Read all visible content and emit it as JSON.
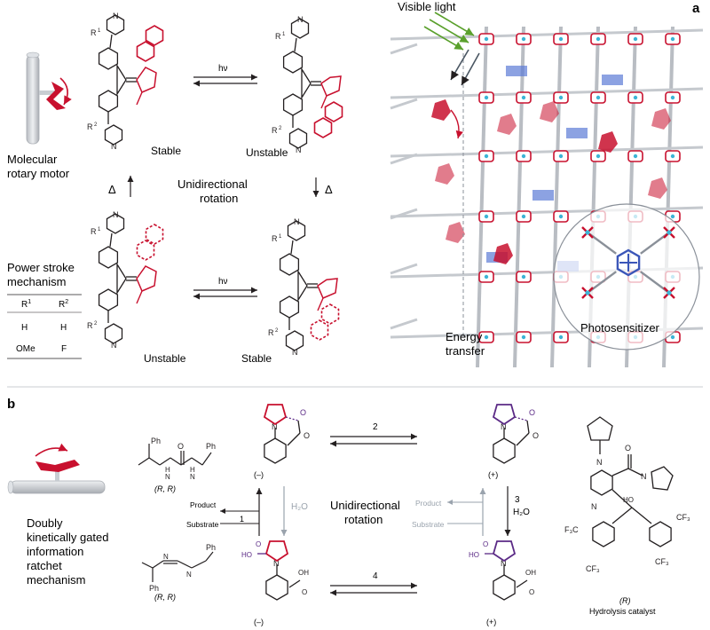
{
  "panel_a": {
    "letter": "a",
    "motor_label_line1": "Molecular",
    "motor_label_line2": "rotary motor",
    "r1": "R",
    "r1_sup": "1",
    "r2": "R",
    "r2_sup": "2",
    "hv": "hν",
    "delta": "Δ",
    "stable": "Stable",
    "unstable": "Unstable",
    "rotation_line1": "Unidirectional",
    "rotation_line2": "rotation",
    "power_stroke_line1": "Power stroke",
    "power_stroke_line2": "mechanism",
    "table": {
      "headers": [
        "R1",
        "R2"
      ],
      "rows": [
        [
          "H",
          "H"
        ],
        [
          "OMe",
          "F"
        ]
      ]
    },
    "visible_light": "Visible light",
    "energy_line1": "Energy",
    "energy_line2": "transfer",
    "photosensitizer": "Photosensitizer"
  },
  "panel_b": {
    "letter": "b",
    "ratchet_line1": "Doubly",
    "ratchet_line2": "kinetically gated",
    "ratchet_line3": "information",
    "ratchet_line4": "ratchet",
    "ratchet_line5": "mechanism",
    "ph": "Ph",
    "rr": "(R, R)",
    "minus": "(–)",
    "plus": "(+)",
    "step1": "1",
    "step2": "2",
    "step3": "3",
    "step4": "4",
    "product": "Product",
    "substrate": "Substrate",
    "h2o": "H₂O",
    "rotation_line1": "Unidirectional",
    "rotation_line2": "rotation",
    "r_label": "(R)",
    "catalyst": "Hydrolysis catalyst",
    "cf3": "CF₃",
    "f3c": "F₃C",
    "ho": "HO",
    "oh": "OH",
    "o": "O",
    "n": "N"
  },
  "colors": {
    "red": "#c8102e",
    "purple": "#5b2a86",
    "gray": "#8a9099",
    "text": "#231f20"
  }
}
